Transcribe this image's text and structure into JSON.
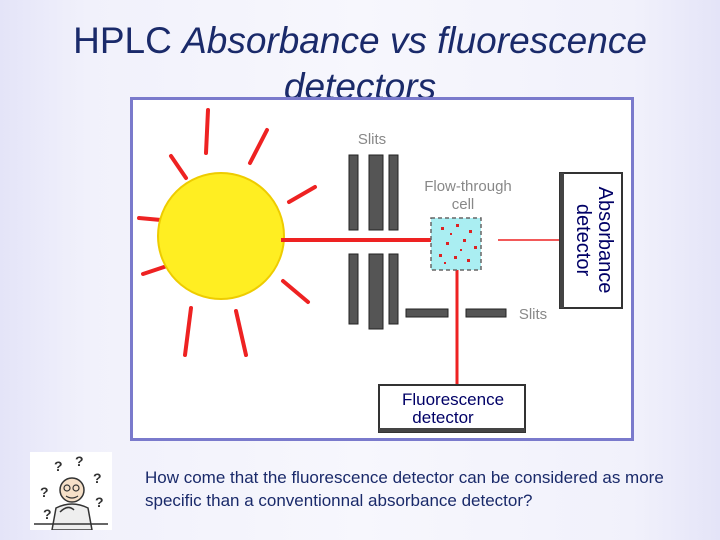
{
  "slide": {
    "title_plain": "HPLC",
    "title_italic": "Absorbance vs fluorescence detectors",
    "question": "How come that the fluorescence detector can be considered as more specific than a conventionnal absorbance detector?"
  },
  "diagram": {
    "slits_top": "Slits",
    "cell_line1": "Flow-through",
    "cell_line2": "cell",
    "absorbance_line1": "Absorbance",
    "absorbance_line2": "detector",
    "slits_bottom": "Slits",
    "fluorescence_line1": "Fluorescence",
    "fluorescence_line2": "detector"
  },
  "clipart": {
    "question_mark": "?"
  },
  "colors": {
    "title": "#1a2a6a",
    "sun": "#ffee22",
    "ray": "#ee2222",
    "cell": "#aaeef2",
    "slit": "#555555",
    "frame": "#7a7acc"
  }
}
